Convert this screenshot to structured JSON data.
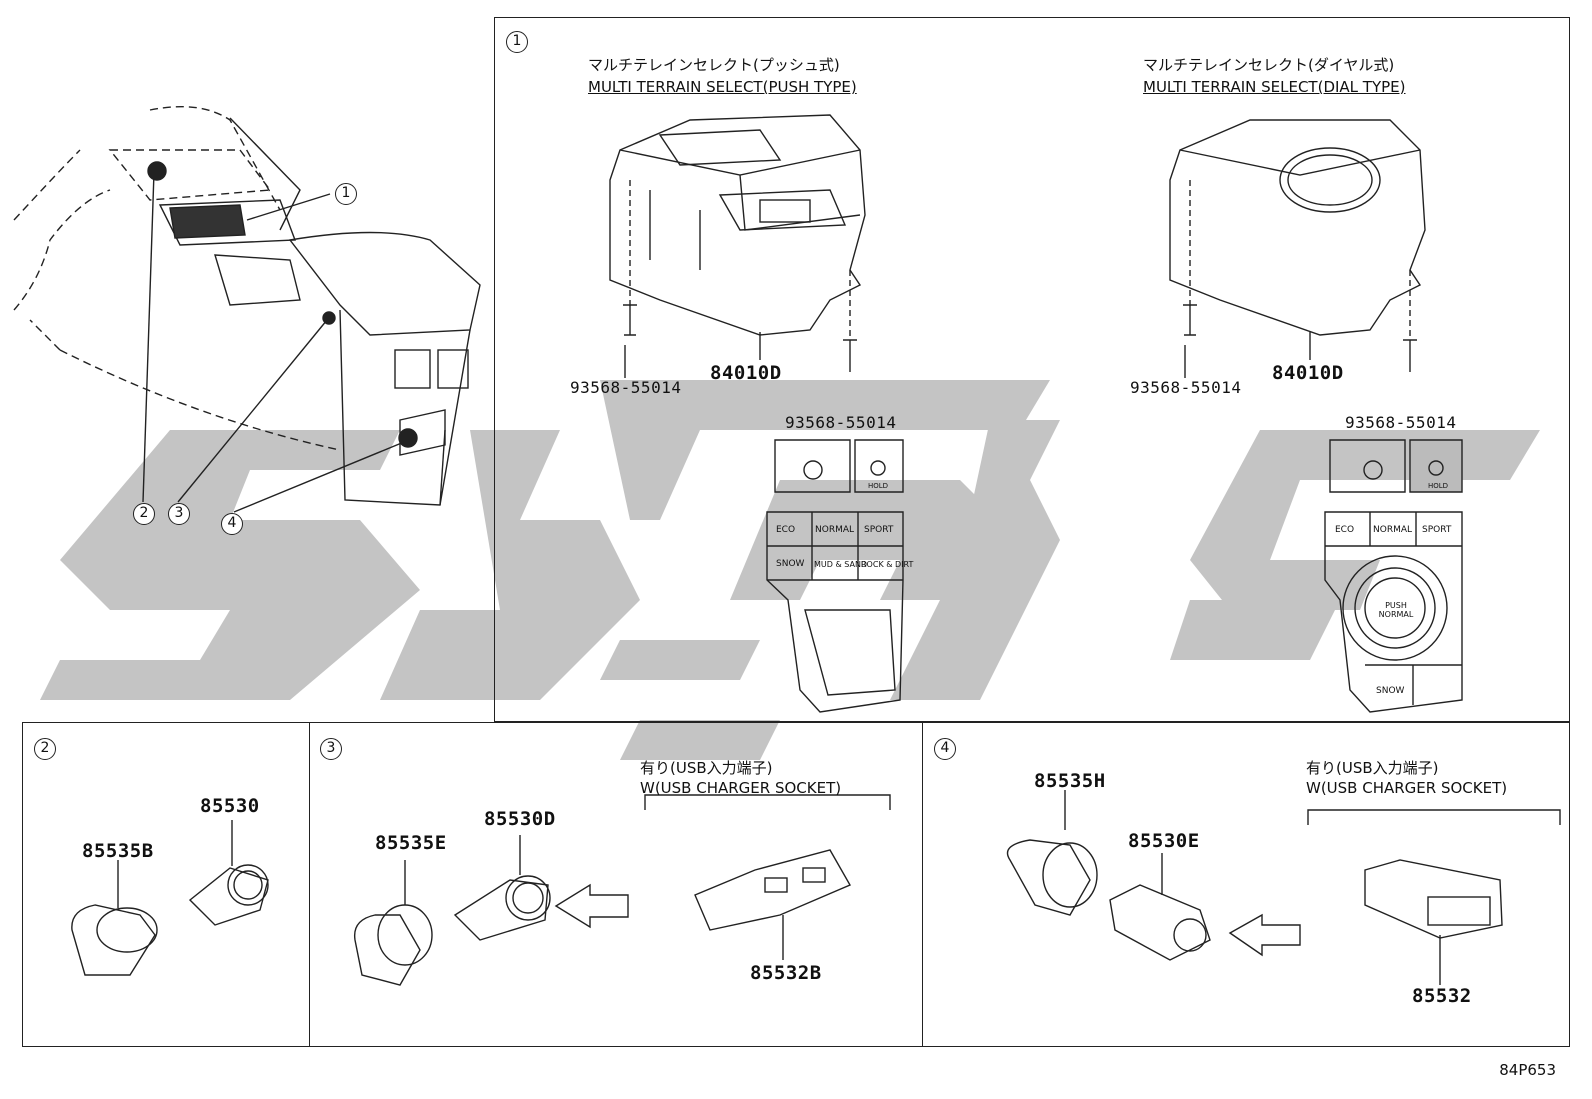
{
  "sections": {
    "s1": {
      "badge": "1",
      "push": {
        "title_jp": "マルチテレインセレクト(プッシュ式)",
        "title_en": "MULTI TERRAIN SELECT(PUSH TYPE)",
        "screw_left": "93568-55014",
        "part": "84010D",
        "screw_right": "93568-55014",
        "buttons": [
          "ECO",
          "NORMAL",
          "SPORT",
          "SNOW",
          "MUD & SAND",
          "ROCK & DIRT"
        ]
      },
      "dial": {
        "title_jp": "マルチテレインセレクト(ダイヤル式)",
        "title_en": "MULTI TERRAIN SELECT(DIAL TYPE)",
        "screw_left": "93568-55014",
        "part": "84010D",
        "screw_right": "93568-55014",
        "buttons": [
          "ECO",
          "NORMAL",
          "SPORT",
          "PUSH NORMAL",
          "SNOW"
        ]
      },
      "hold_label": "HOLD"
    },
    "s2": {
      "badge": "2",
      "part_a": "85535B",
      "part_b": "85530"
    },
    "s3": {
      "badge": "3",
      "part_a": "85535E",
      "part_b": "85530D",
      "note_jp": "有り(USB入力端子)",
      "note_en": "W(USB CHARGER SOCKET)",
      "part_c": "85532B"
    },
    "s4": {
      "badge": "4",
      "part_a": "85535H",
      "part_b": "85530E",
      "note_jp": "有り(USB入力端子)",
      "note_en": "W(USB CHARGER SOCKET)",
      "part_c": "85532"
    }
  },
  "overview": {
    "callouts": [
      "1",
      "2",
      "3",
      "4"
    ]
  },
  "diagram_code": "84P653",
  "colors": {
    "line": "#222222",
    "watermark": "#c4c4c4",
    "background": "#ffffff"
  }
}
